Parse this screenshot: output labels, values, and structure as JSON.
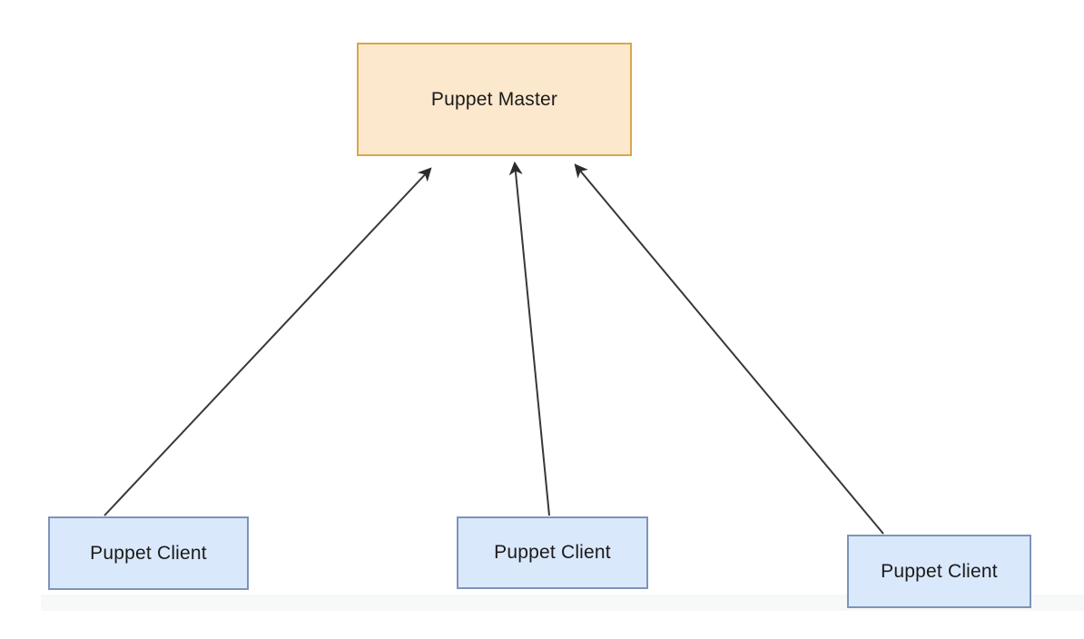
{
  "diagram": {
    "type": "architecture-diagram",
    "topic": "Puppet master-client architecture",
    "nodes": [
      {
        "id": "puppet-master",
        "label": "Puppet Master",
        "fill": "#FCE8CD",
        "stroke": "#D9A64B",
        "position": "top-center"
      },
      {
        "id": "puppet-client-left",
        "label": "Puppet Client",
        "fill": "#DAE8FB",
        "stroke": "#7D94B8",
        "position": "bottom-left"
      },
      {
        "id": "puppet-client-middle",
        "label": "Puppet Client",
        "fill": "#DAE8FB",
        "stroke": "#7D94B8",
        "position": "bottom-center"
      },
      {
        "id": "puppet-client-right",
        "label": "Puppet Client",
        "fill": "#DAE8FB",
        "stroke": "#7D94B8",
        "position": "bottom-right"
      }
    ],
    "edges": [
      {
        "from": "puppet-client-left",
        "to": "puppet-master",
        "style": "solid",
        "arrowhead": "filled-triangle",
        "color": "#383838"
      },
      {
        "from": "puppet-client-middle",
        "to": "puppet-master",
        "style": "solid",
        "arrowhead": "filled-triangle",
        "color": "#383838"
      },
      {
        "from": "puppet-client-right",
        "to": "puppet-master",
        "style": "solid",
        "arrowhead": "filled-triangle",
        "color": "#383838"
      }
    ],
    "colors": {
      "background": "#FFFFFF",
      "text": "#1A1A1A",
      "edge": "#383838"
    }
  }
}
